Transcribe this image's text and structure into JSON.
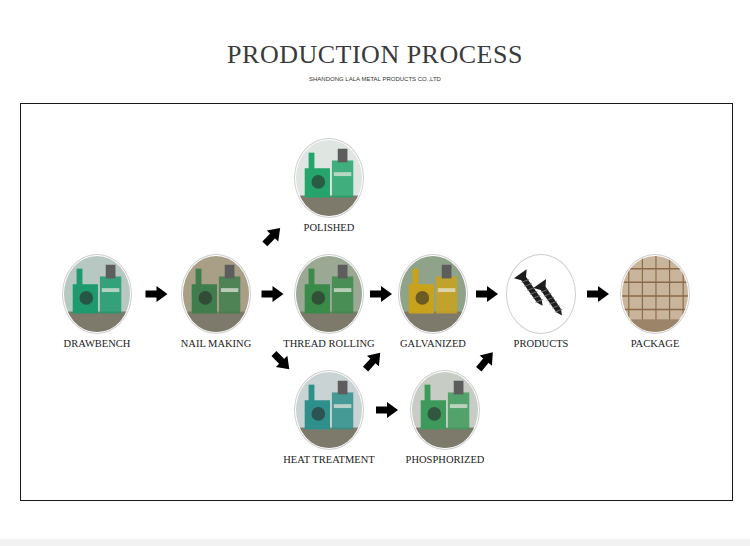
{
  "diagram": {
    "title": "PRODUCTION PROCESS",
    "nodes": [
      {
        "text": [
          "DRAWBENCH"
        ]
      },
      {
        "text": [
          "NAIL MAKING"
        ]
      },
      {
        "text": [
          "POLISHED"
        ]
      },
      {
        "text": [
          "THREAD ROLLING"
        ]
      },
      {
        "text": [
          "HEAT TREATMENT"
        ]
      },
      {
        "text": [
          "GALVANIZED"
        ]
      },
      {
        "text": [
          "PHOSPHORIZED"
        ]
      },
      {
        "text": [
          "PRODUCTS"
        ]
      },
      {
        "text": [
          "PACKAGE"
        ]
      }
    ],
    "edges": [
      {
        "from": 0,
        "to": 1,
        "arrow": "to"
      },
      {
        "from": 1,
        "to": 2,
        "arrow": "to"
      },
      {
        "from": 1,
        "to": 3,
        "arrow": "to"
      },
      {
        "from": 1,
        "to": 4,
        "arrow": "to"
      },
      {
        "from": 3,
        "to": 5,
        "arrow": "to"
      },
      {
        "from": 4,
        "to": 5,
        "arrow": "to"
      },
      {
        "from": 4,
        "to": 6,
        "arrow": "to"
      },
      {
        "from": 5,
        "to": 7,
        "arrow": "to"
      },
      {
        "from": 6,
        "to": 7,
        "arrow": "to"
      },
      {
        "from": 7,
        "to": 8,
        "arrow": "to"
      }
    ],
    "labels": [
      "SHANDONG LALA METAL PRODUCTS CO.,LTD"
    ]
  }
}
